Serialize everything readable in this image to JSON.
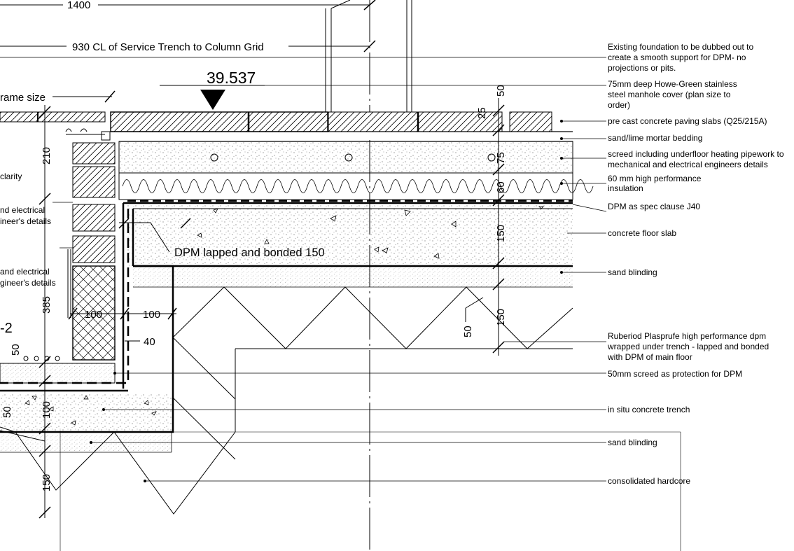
{
  "level": {
    "value": "39.537"
  },
  "dims": {
    "d1400": "1400",
    "d930": "930 CL of Service Trench to Column Grid",
    "frame_size": "rame size",
    "d210": "210",
    "d385": "385",
    "d50": "50",
    "d100": "100",
    "d150": "150",
    "d25": "25",
    "d75": "75",
    "d60": "60",
    "d40": "40"
  },
  "labels": {
    "dpm_lapped": "DPM lapped and bonded 150",
    "cut_marker": "-2"
  },
  "left_notes": [
    "clarity",
    "nd electrical",
    "ineer's details",
    "and electrical",
    "gineer's details"
  ],
  "notes": {
    "existing_foundation": [
      "Existing foundation to be dubbed out to",
      "create a smooth support for DPM- no",
      "projections or pits."
    ],
    "manhole_cover": [
      "75mm deep Howe-Green stainless",
      "steel manhole cover (plan size to",
      "order)"
    ],
    "paving_slabs": "pre cast concrete paving slabs (Q25/215A)",
    "mortar_bedding": "sand/lime mortar bedding",
    "screed": [
      "screed including underfloor heating pipework to",
      "mechanical and electrical engineers details"
    ],
    "insulation": [
      "60 mm high performance",
      "insulation"
    ],
    "dpm_spec": "DPM as spec clause J40",
    "concrete_slab": "concrete floor slab",
    "sand_blinding": "sand blinding",
    "ruberiod": [
      "Ruberiod Plasprufe high performance dpm",
      "wrapped under trench - lapped and bonded",
      "with DPM of main floor"
    ],
    "screed_protection": "50mm screed as protection for DPM",
    "insitu_trench": "in situ concrete trench",
    "hardcore": "consolidated hardcore"
  }
}
